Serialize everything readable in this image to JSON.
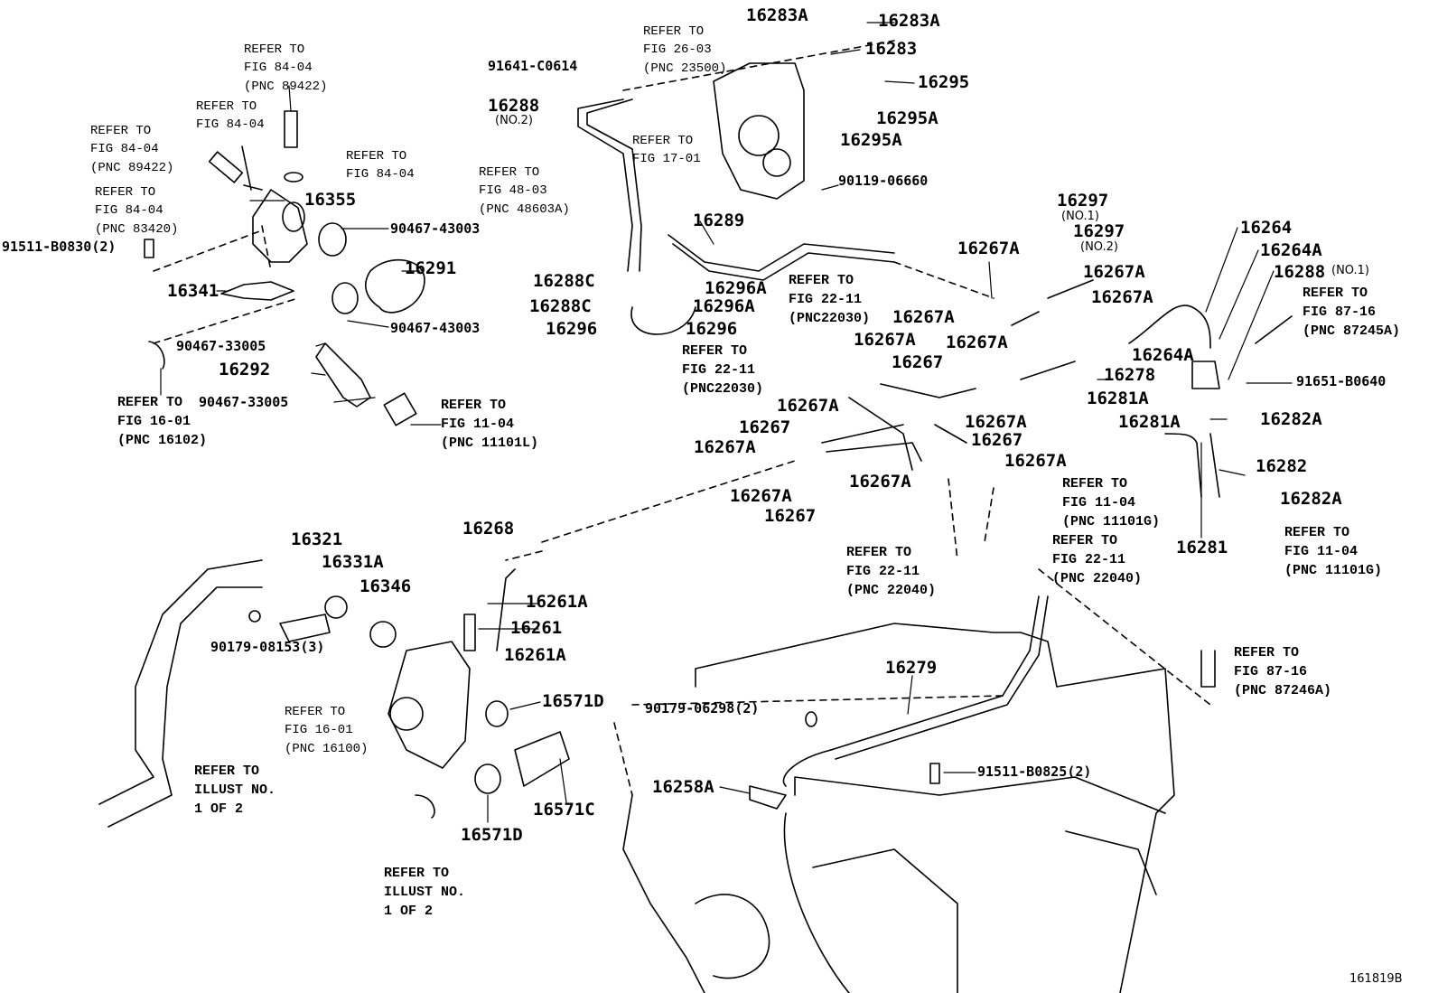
{
  "figure_id": "161819B",
  "line_color": "#000000",
  "background_color": "#ffffff",
  "labels": [
    "REFER TO\nFIG 84-04\n(PNC 89422)",
    "REFER TO\nFIG 84-04",
    "REFER TO\nFIG 84-04\n(PNC 89422)",
    "REFER TO\nFIG 84-04",
    "REFER TO\nFIG 84-04\n(PNC 83420)",
    "16355",
    "90467-43003",
    "91511-B0830(2)",
    "16291",
    "16341",
    "90467-43003",
    "90467-33005",
    "16292",
    "90467-33005",
    "REFER TO\nFIG 16-01\n(PNC 16102)",
    "REFER TO\nFIG 11-04\n(PNC 11101L)",
    "REFER TO\nFIG 26-03\n(PNC 23500)",
    "91641-C0614",
    "16288",
    "(NO.2)",
    "REFER TO\nFIG 17-01",
    "REFER TO\nFIG 48-03\n(PNC 48603A)",
    "16283A",
    "16283A",
    "16283",
    "16295",
    "16295A",
    "16295A",
    "90119-06660",
    "16289",
    "16288C",
    "16288C",
    "16296",
    "16296A",
    "16296A",
    "16296",
    "REFER TO\nFIG 22-11\n(PNC22030)",
    "REFER TO\nFIG 22-11\n(PNC22030)",
    "16297",
    "(NO.1)",
    "16297",
    "(NO.2)",
    "16267A",
    "16267A",
    "16267A",
    "16267A",
    "16267A",
    "16267A",
    "16267",
    "16278",
    "16267A",
    "16267A",
    "16267",
    "16267",
    "16267A",
    "16267A",
    "16267A",
    "16267A",
    "16267",
    "16264",
    "16264A",
    "16288",
    "(NO.1)",
    "REFER TO\nFIG 87-16\n(PNC 87245A)",
    "16264A",
    "91651-B0640",
    "16281A",
    "16282A",
    "16281A",
    "16282",
    "REFER TO\nFIG 11-04\n(PNC 11101G)",
    "16282A",
    "16281",
    "REFER TO\nFIG 11-04\n(PNC 11101G)",
    "REFER TO\nFIG 22-11\n(PNC 22040)",
    "REFER TO\nFIG 22-11\n(PNC 22040)",
    "REFER TO\nFIG 87-16\n(PNC 87246A)",
    "16268",
    "16321",
    "16331A",
    "16346",
    "16261A",
    "16261",
    "16261A",
    "90179-08153(3)",
    "REFER TO\nFIG 16-01\n(PNC 16100)",
    "16571D",
    "16279",
    "90179-06298(2)",
    "91511-B0825(2)",
    "16571C",
    "16258A",
    "16571D",
    "REFER TO\nILLUST NO.\n1 OF 2",
    "REFER TO\nILLUST NO.\n1 OF 2"
  ]
}
